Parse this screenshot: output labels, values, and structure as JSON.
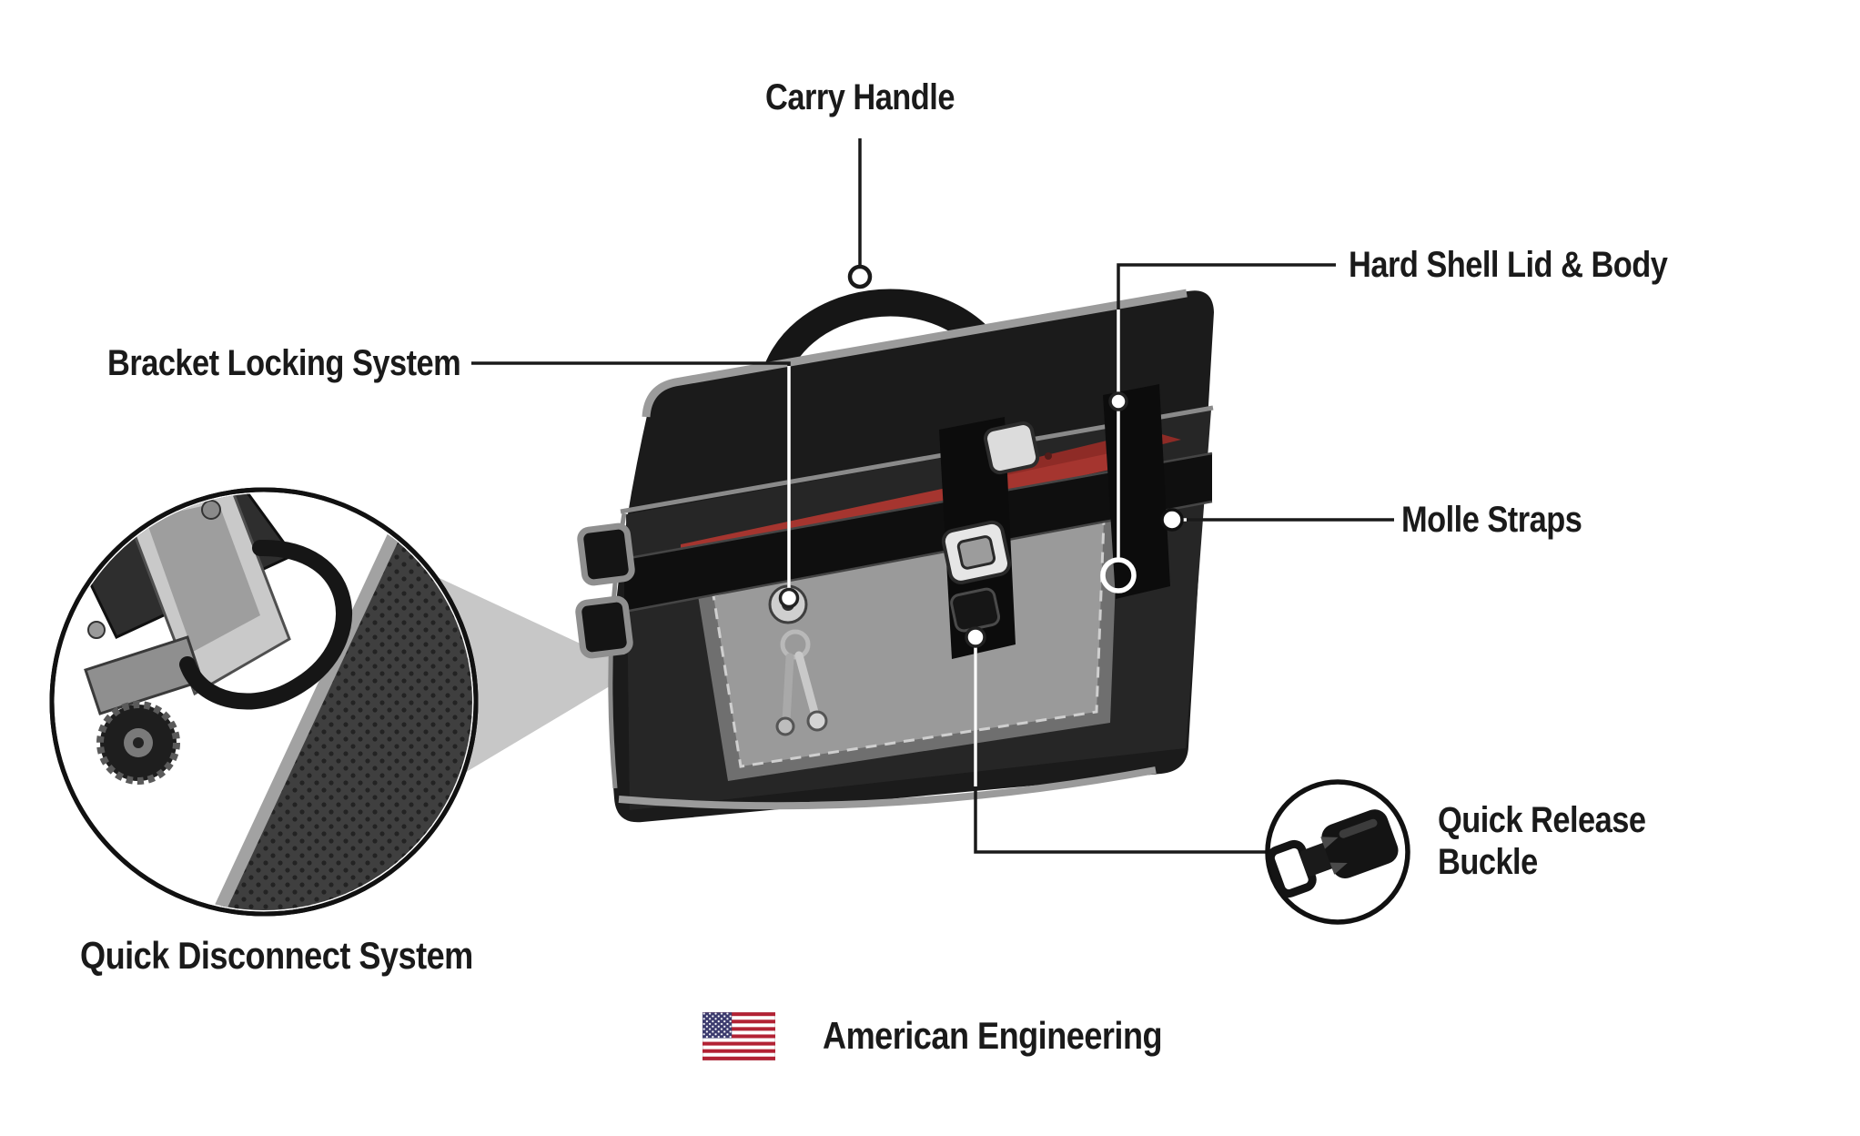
{
  "diagram": {
    "title_labels": {
      "carry_handle": "Carry Handle",
      "hard_shell_lid_body": "Hard Shell Lid & Body",
      "bracket_locking_system": "Bracket Locking System",
      "molle_straps": "Molle Straps",
      "quick_release_line1": "Quick Release",
      "quick_release_line2": "Buckle",
      "quick_disconnect_system": "Quick Disconnect System",
      "american_engineering": "American Engineering"
    },
    "icons": [
      "us-flag-icon",
      "quick-release-buckle-icon",
      "saddlebag-illustration",
      "quick-disconnect-detail-inset",
      "carry-handle-strap",
      "lock-and-keys",
      "magnifier-wedge"
    ],
    "colors": {
      "background": "#ffffff",
      "text": "#1a1a1a",
      "callout_line": "#1a1a1a",
      "bag_body": "#1b1b1b",
      "bag_piping": "#9b9b9b",
      "accent_red": "#a5352f",
      "inner_panel_gray": "#9a9a9a",
      "wedge_gray": "#c7c7c7",
      "flag_red": "#B22234",
      "flag_blue": "#3C3B6E"
    }
  }
}
